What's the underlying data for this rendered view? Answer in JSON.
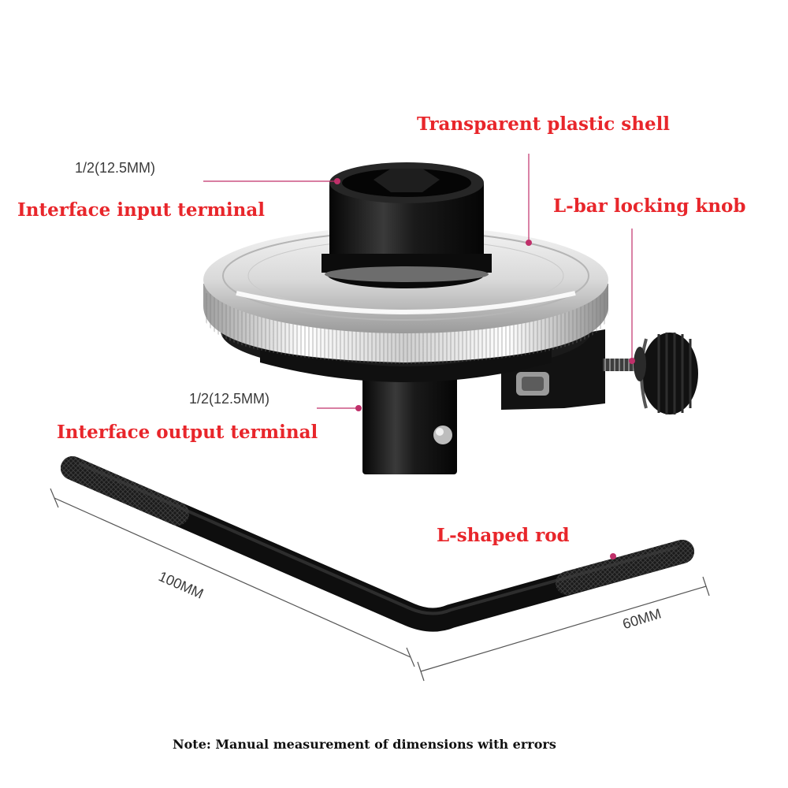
{
  "labels": {
    "shell": "Transparent plastic shell",
    "input_size": "1/2(12.5MM)",
    "input": "Interface input terminal",
    "knob": "L-bar locking knob",
    "output_size": "1/2(12.5MM)",
    "output": "Interface output terminal",
    "rod": "L-shaped rod",
    "len_long": "100MM",
    "len_short": "60MM"
  },
  "note": "Note: Manual measurement of dimensions with errors",
  "colors": {
    "label_red": "#e8262b",
    "leader_line": "#c0306a",
    "metal_black": "#141414",
    "background": "#ffffff"
  }
}
